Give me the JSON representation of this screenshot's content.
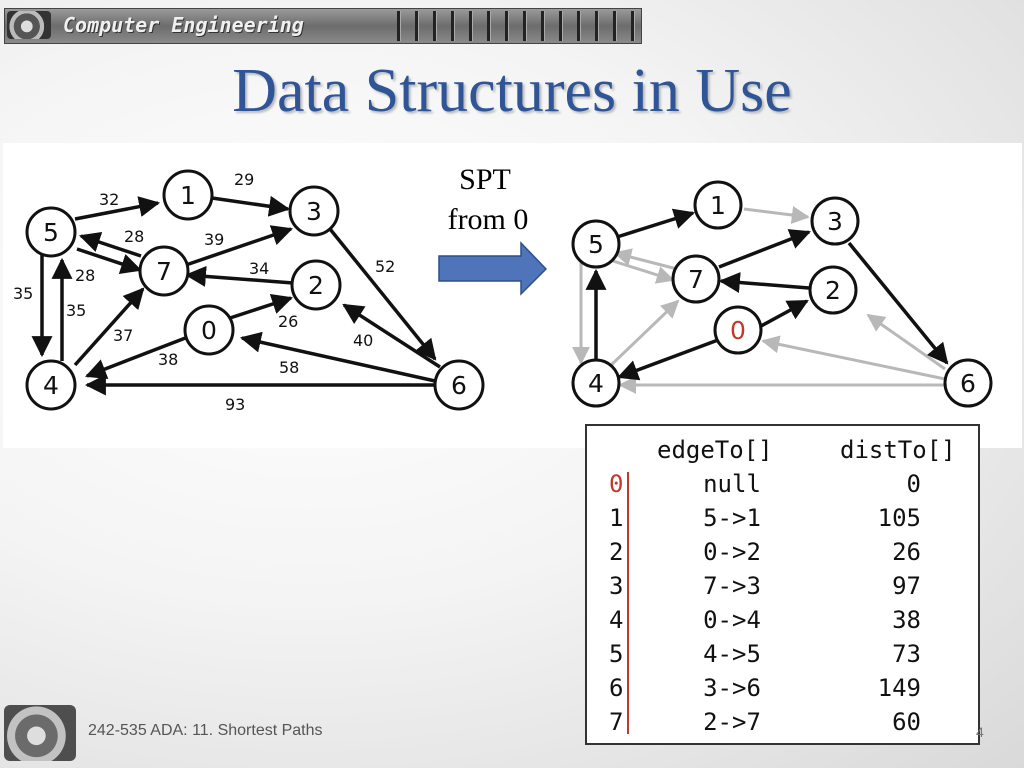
{
  "header": {
    "banner_text": "Computer Engineering",
    "title": "Data Structures in Use"
  },
  "arrow_label": [
    "SPT",
    "from 0"
  ],
  "graph": {
    "left_nodes": [
      "0",
      "1",
      "2",
      "3",
      "4",
      "5",
      "6",
      "7"
    ],
    "edge_weights": [
      "32",
      "29",
      "28",
      "39",
      "28",
      "34",
      "35",
      "35",
      "52",
      "37",
      "26",
      "38",
      "40",
      "58",
      "93"
    ],
    "source_node_color": "#c0392b",
    "tree_edge_color": "#111111",
    "nontree_edge_color": "#b8b8b8"
  },
  "table": {
    "headers": {
      "edge": "edgeTo[]",
      "dist": "distTo[]"
    },
    "rows": [
      {
        "v": "0",
        "edge": "null",
        "dist": "0"
      },
      {
        "v": "1",
        "edge": "5->1",
        "dist": "105"
      },
      {
        "v": "2",
        "edge": "0->2",
        "dist": "26"
      },
      {
        "v": "3",
        "edge": "7->3",
        "dist": "97"
      },
      {
        "v": "4",
        "edge": "0->4",
        "dist": "38"
      },
      {
        "v": "5",
        "edge": "4->5",
        "dist": "73"
      },
      {
        "v": "6",
        "edge": "3->6",
        "dist": "149"
      },
      {
        "v": "7",
        "edge": "2->7",
        "dist": "60"
      }
    ]
  },
  "footer": {
    "course": "242-535 ADA:  11. Shortest Paths",
    "page": "4"
  }
}
